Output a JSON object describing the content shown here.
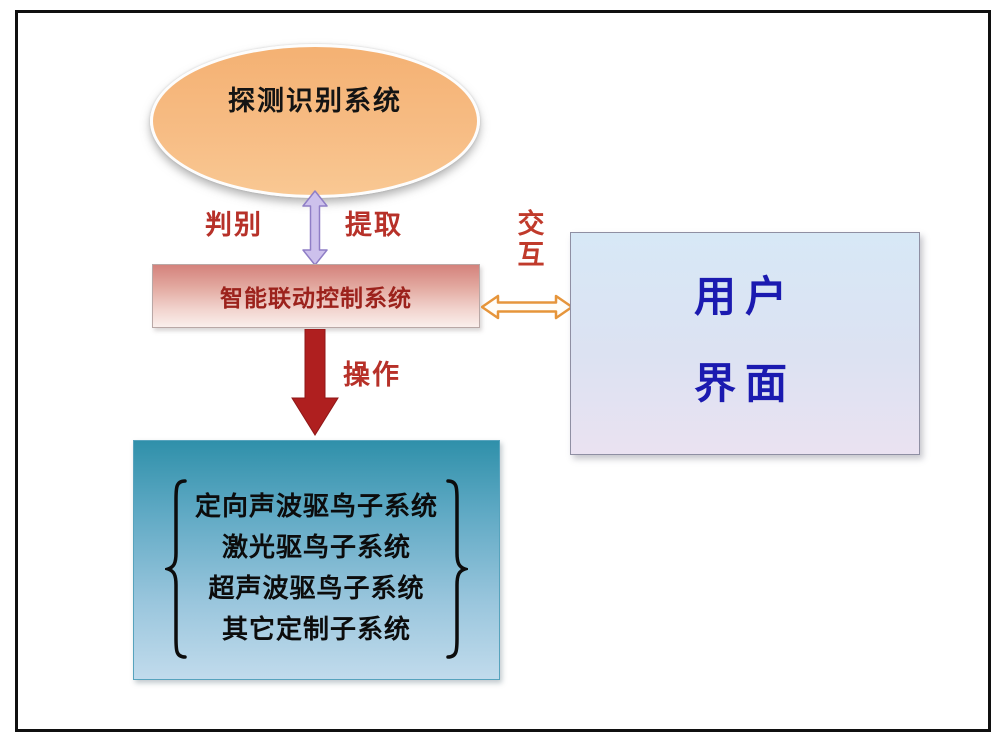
{
  "ellipse_label": "探测识别系统",
  "labels": {
    "judge": "判别",
    "extract": "提取",
    "interact": "交互",
    "operate": "操作"
  },
  "control_box_label": "智能联动控制系统",
  "user_box": {
    "line1": "用户",
    "line2": "界面"
  },
  "subsystems": [
    "定向声波驱鸟子系统",
    "激光驱鸟子系统",
    "超声波驱鸟子系统",
    "其它定制子系统"
  ],
  "colors": {
    "ellipse_fill": "#F5B77E",
    "red_label": "#B73129",
    "control_box_text": "#9C221C",
    "user_box_text": "#1B1AB0",
    "vertical_arrow_fill": "#CDC1EC",
    "vertical_arrow_stroke": "#8F7EC6",
    "horizontal_arrow_fill": "#FFFDF8",
    "horizontal_arrow_stroke": "#E6953B",
    "down_arrow_fill": "#AF1F1F",
    "subsystem_box_top": "#2F90AA",
    "subsystem_box_bottom": "#C1DBEC"
  }
}
